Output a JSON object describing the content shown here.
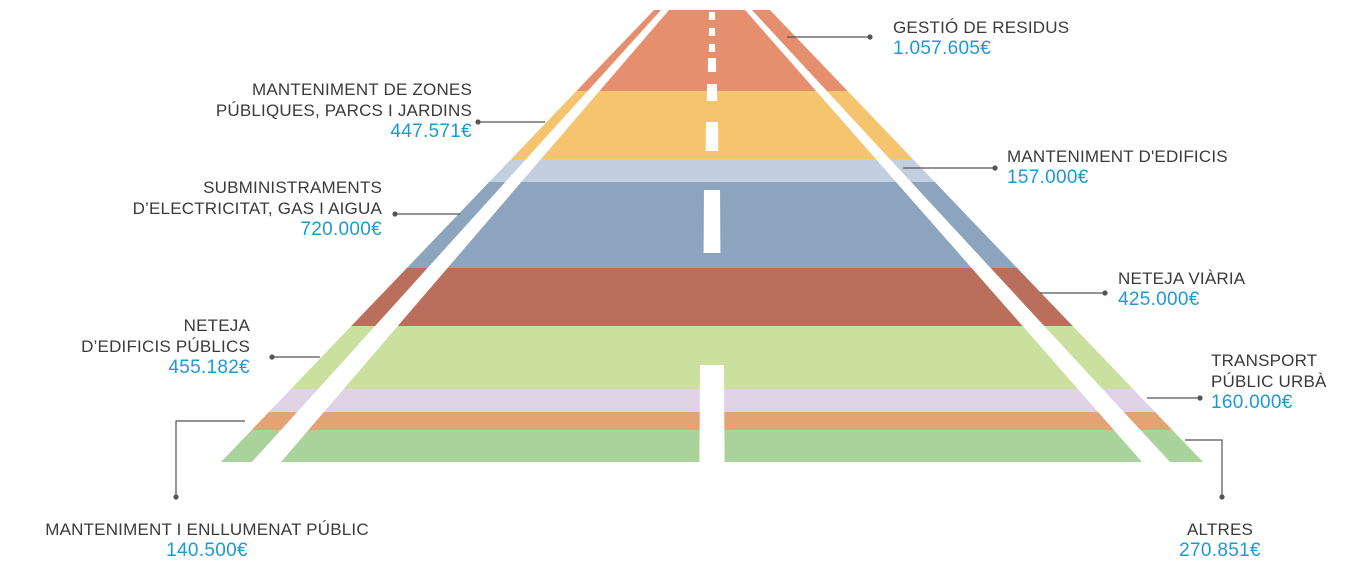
{
  "chart_data": {
    "type": "bar",
    "categories": [
      "GESTIÓ DE RESIDUS",
      "MANTENIMENT DE ZONES PÚBLIQUES, PARCS I JARDINS",
      "MANTENIMENT D'EDIFICIS",
      "SUBMINISTRAMENTS D’ELECTRICITAT, GAS I AIGUA",
      "NETEJA VIÀRIA",
      "NETEJA D’EDIFICIS PÚBLICS",
      "TRANSPORT PÚBLIC URBÀ",
      "MANTENIMENT I ENLLUMENAT PÚBLIC",
      "ALTRES"
    ],
    "values": [
      1057605,
      447571,
      157000,
      720000,
      425000,
      455182,
      160000,
      140500,
      270851
    ],
    "colors": [
      "#e58f6f",
      "#f4c46e",
      "#c3cedf",
      "#8da4bf",
      "#b96f5c",
      "#cbdf9e",
      "#e0d3e6",
      "#e3a372",
      "#a9d39b"
    ],
    "labels": [
      {
        "lines": [
          "GESTIÓ DE RESIDUS"
        ],
        "value": "1.057.605€"
      },
      {
        "lines": [
          "MANTENIMENT DE ZONES",
          "PÚBLIQUES, PARCS I JARDINS"
        ],
        "value": "447.571€"
      },
      {
        "lines": [
          "MANTENIMENT D'EDIFICIS"
        ],
        "value": "157.000€"
      },
      {
        "lines": [
          "SUBMINISTRAMENTS",
          "D’ELECTRICITAT, GAS I AIGUA"
        ],
        "value": "720.000€"
      },
      {
        "lines": [
          "NETEJA VIÀRIA"
        ],
        "value": "425.000€"
      },
      {
        "lines": [
          "NETEJA",
          "D’EDIFICIS PÚBLICS"
        ],
        "value": "455.182€"
      },
      {
        "lines": [
          "TRANSPORT",
          "PÚBLIC URBÀ"
        ],
        "value": "160.000€"
      },
      {
        "lines": [
          "MANTENIMENT I ENLLUMENAT PÚBLIC"
        ],
        "value": "140.500€"
      },
      {
        "lines": [
          "ALTRES"
        ],
        "value": "270.851€"
      }
    ],
    "title": "",
    "xlabel": "",
    "ylabel": ""
  }
}
